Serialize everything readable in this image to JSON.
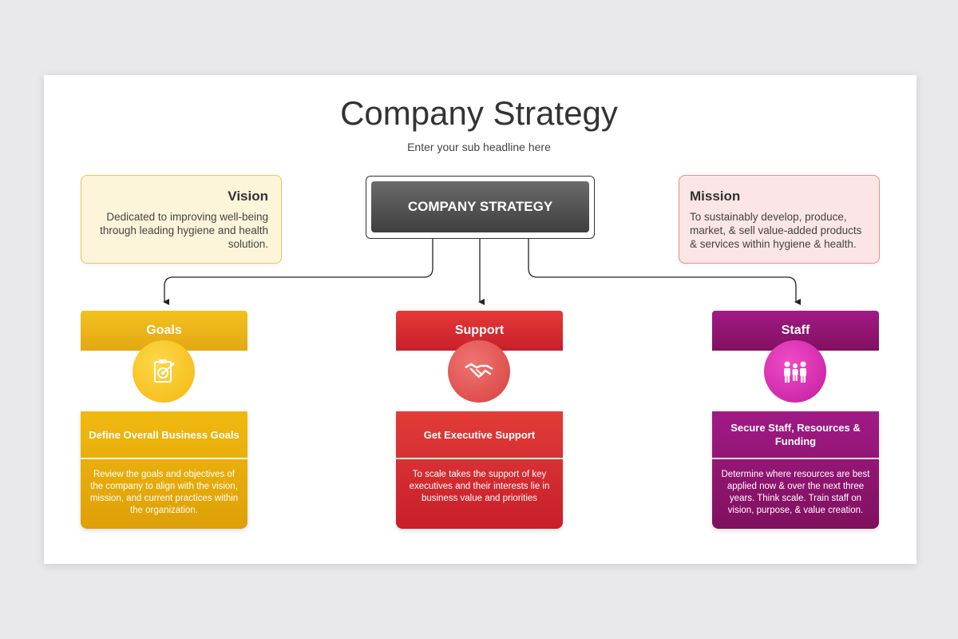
{
  "title": "Company Strategy",
  "subtitle": "Enter your sub headline here",
  "center_label": "COMPANY STRATEGY",
  "vision": {
    "title": "Vision",
    "text": "Dedicated to improving well-being through leading hygiene and health solution."
  },
  "mission": {
    "title": "Mission",
    "text": "To sustainably develop, produce, market, & sell value-added products & services within hygiene & health."
  },
  "columns": [
    {
      "header": "Goals",
      "icon": "target-clipboard-icon",
      "card_title": "Define Overall Business Goals",
      "card_text": "Review the goals and objectives of the company to align with the vision, mission, and current practices within the organization."
    },
    {
      "header": "Support",
      "icon": "handshake-icon",
      "card_title": "Get Executive Support",
      "card_text": "To scale takes the support of key executives and their interests lie in business value and priorities"
    },
    {
      "header": "Staff",
      "icon": "people-icon",
      "card_title": "Secure Staff, Resources & Funding",
      "card_text": "Determine where resources are best applied now & over the next three years. Think scale. Train staff on vision, purpose, & value creation."
    }
  ],
  "colors": {
    "goals": "#f0b90f",
    "support": "#d9302f",
    "staff": "#951478",
    "center": "#555555",
    "vision_bg": "#fdf5da",
    "mission_bg": "#fbe5e6"
  }
}
